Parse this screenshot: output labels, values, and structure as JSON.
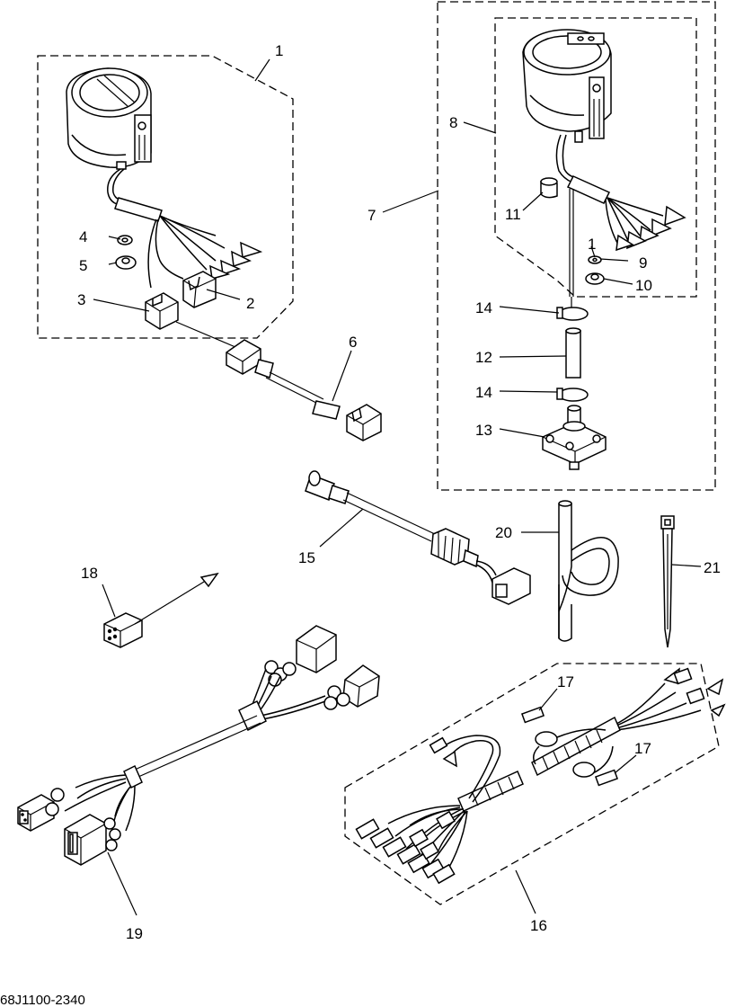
{
  "diagram": {
    "drawing_code": "68J1100-2340",
    "callouts": [
      "1",
      "2",
      "3",
      "4",
      "5",
      "6",
      "7",
      "8",
      "9",
      "10",
      "11",
      "12",
      "13",
      "14",
      "14",
      "15",
      "16",
      "17",
      "17",
      "18",
      "19",
      "20",
      "21",
      "1"
    ]
  }
}
